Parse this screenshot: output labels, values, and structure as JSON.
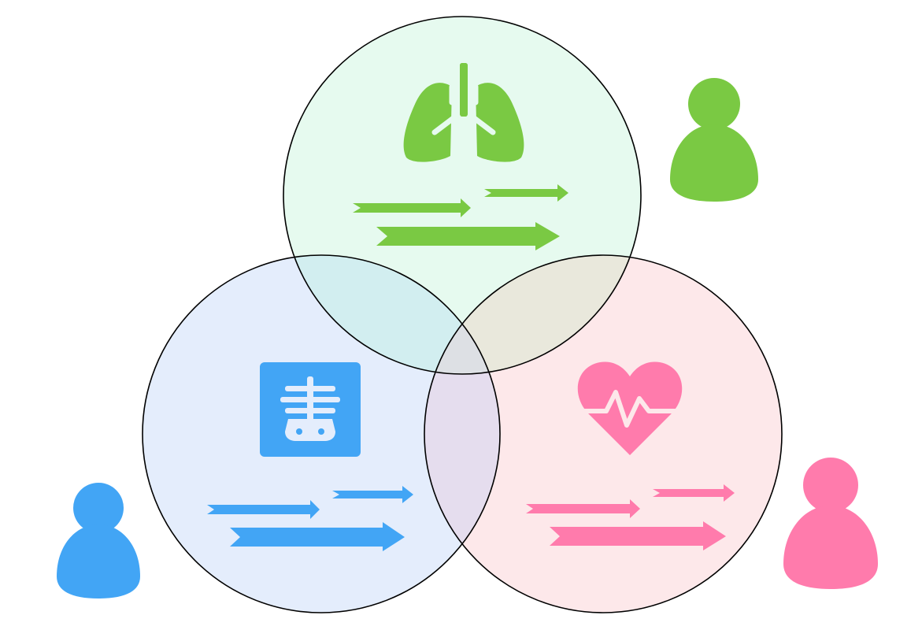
{
  "colors": {
    "green": "#7ac943",
    "blue": "#42a5f5",
    "pink": "#ff7bac",
    "green_fill": "#e6faef",
    "blue_fill": "#e4edfc",
    "pink_fill": "#fde8ea",
    "stroke": "#000000"
  },
  "diagram": {
    "type": "three-set venn diagram",
    "sets": [
      {
        "id": "respiratory",
        "icon": "lungs-icon",
        "color": "green",
        "arrows": 3,
        "person_icon": "person-icon"
      },
      {
        "id": "radiology",
        "icon": "xray-icon",
        "color": "blue",
        "arrows": 3,
        "person_icon": "person-icon"
      },
      {
        "id": "cardiology",
        "icon": "heart-pulse-icon",
        "color": "pink",
        "arrows": 3,
        "person_icon": "person-icon"
      }
    ]
  }
}
